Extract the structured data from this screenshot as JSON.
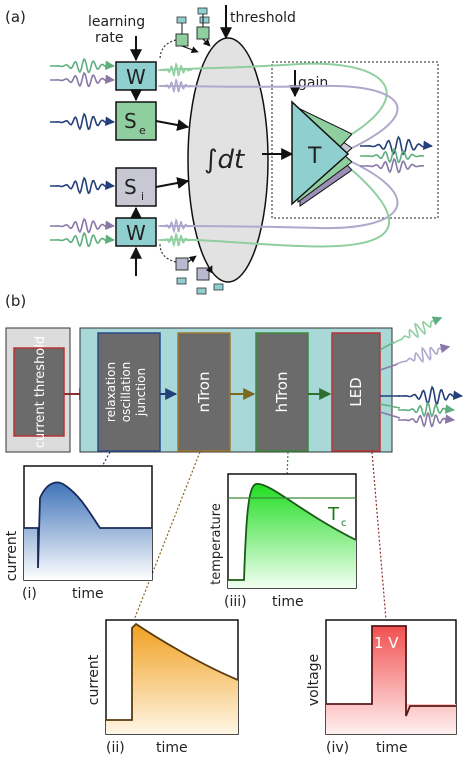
{
  "panel_a": {
    "label": "(a)",
    "learning_rate": [
      "learning",
      "rate"
    ],
    "threshold": "threshold",
    "gain": "gain",
    "w_top": "W",
    "w_bottom": "W",
    "s_e": "S",
    "s_e_sub": "e",
    "s_i": "S",
    "s_i_sub": "i",
    "integrator": "∫dt",
    "transfer": "T"
  },
  "panel_b": {
    "label": "(b)",
    "current_threshold": "current threshold",
    "junction": [
      "relaxation",
      "oscillation",
      "junction"
    ],
    "ntron": "nTron",
    "htron": "hTron",
    "led": "LED"
  },
  "plots": {
    "i": {
      "label": "(i)",
      "xlabel": "time",
      "ylabel": "current"
    },
    "ii": {
      "label": "(ii)",
      "xlabel": "time",
      "ylabel": "current"
    },
    "iii": {
      "label": "(iii)",
      "xlabel": "time",
      "ylabel": "temperature",
      "tc": "T",
      "tc_sub": "c"
    },
    "iv": {
      "label": "(iv)",
      "xlabel": "time",
      "ylabel": "voltage",
      "annotation": "1 V"
    }
  },
  "colors": {
    "teal_block": "#8fcfcf",
    "green_block": "#8fcf9f",
    "gray_block": "#c8c8d4",
    "device": "#6b6b6b",
    "panel_bg": "#a8d8d8",
    "blue_wave": "#24407a",
    "green_wave": "#5fae7e",
    "purple_wave": "#8878a8"
  }
}
